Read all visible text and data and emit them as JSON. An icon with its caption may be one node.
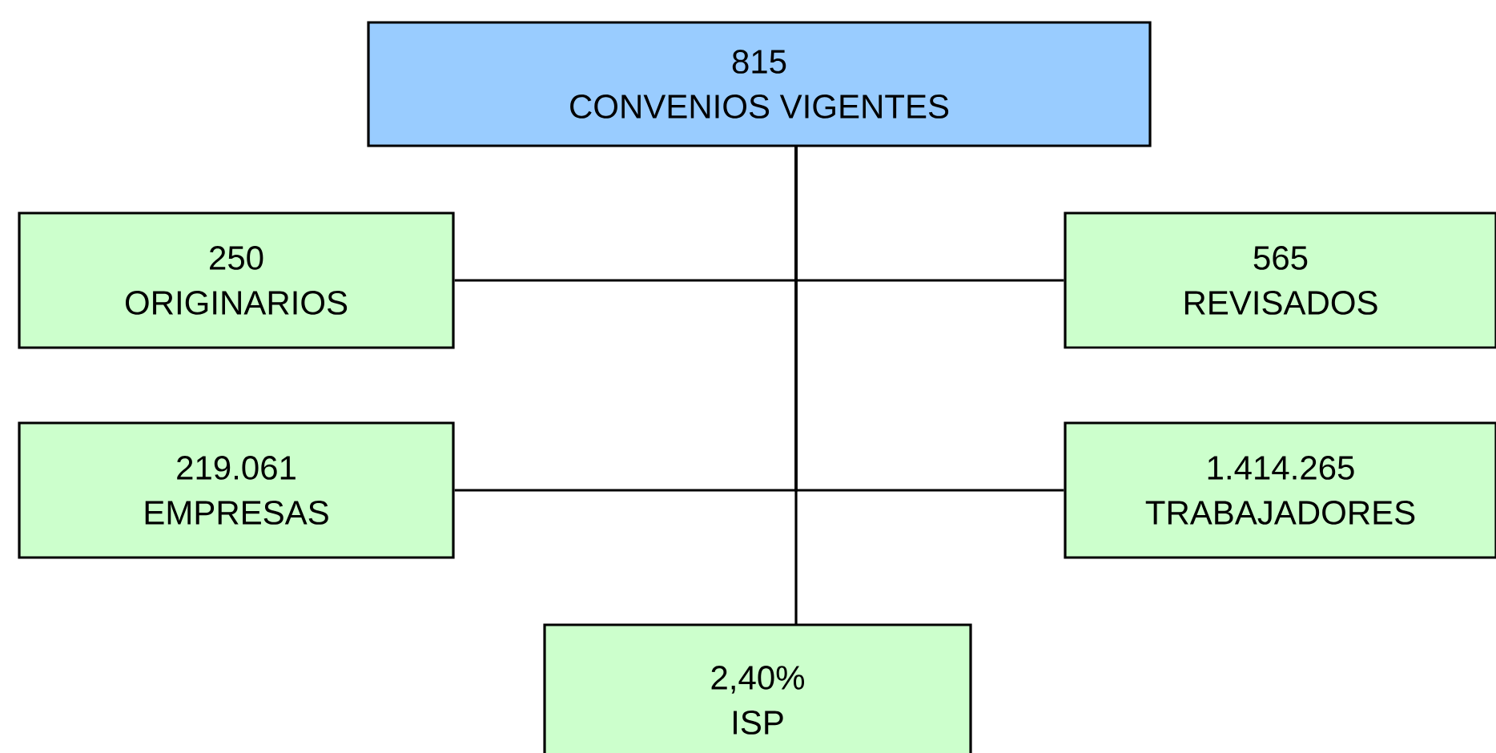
{
  "diagram": {
    "nodes": [
      {
        "text": [
          "815",
          "CONVENIOS VIGENTES"
        ]
      },
      {
        "text": [
          "250",
          "ORIGINARIOS"
        ]
      },
      {
        "text": [
          "565",
          "REVISADOS"
        ]
      },
      {
        "text": [
          "219.061",
          "EMPRESAS"
        ]
      },
      {
        "text": [
          "1.414.265",
          "TRABAJADORES"
        ]
      },
      {
        "text": [
          "2,40%",
          "ISP"
        ]
      }
    ],
    "edges": [
      {
        "from": 0,
        "to": 1,
        "arrow": "none"
      },
      {
        "from": 0,
        "to": 2,
        "arrow": "none"
      },
      {
        "from": 0,
        "to": 3,
        "arrow": "none"
      },
      {
        "from": 0,
        "to": 4,
        "arrow": "none"
      },
      {
        "from": 0,
        "to": 5,
        "arrow": "none"
      }
    ]
  }
}
